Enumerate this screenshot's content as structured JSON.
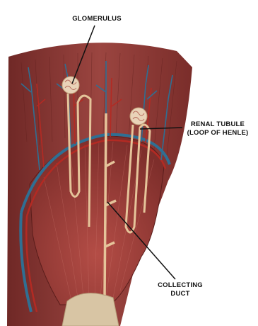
{
  "labels": {
    "glomerulus": "GLOMERULUS",
    "renal_tubule": "RENAL TUBULE\n(LOOP OF HENLE)",
    "collecting_duct": "COLLECTING\nDUCT"
  },
  "colors": {
    "cortex": "#8e3a36",
    "cortex_dark": "#6f2826",
    "medulla": "#9a3c37",
    "blood_vessel_blue": "#2f6f93",
    "blood_vessel_red": "#b32a23",
    "tubule": "#e5c49a",
    "pelvis": "#d8c5a4",
    "leader_line": "#111111"
  }
}
